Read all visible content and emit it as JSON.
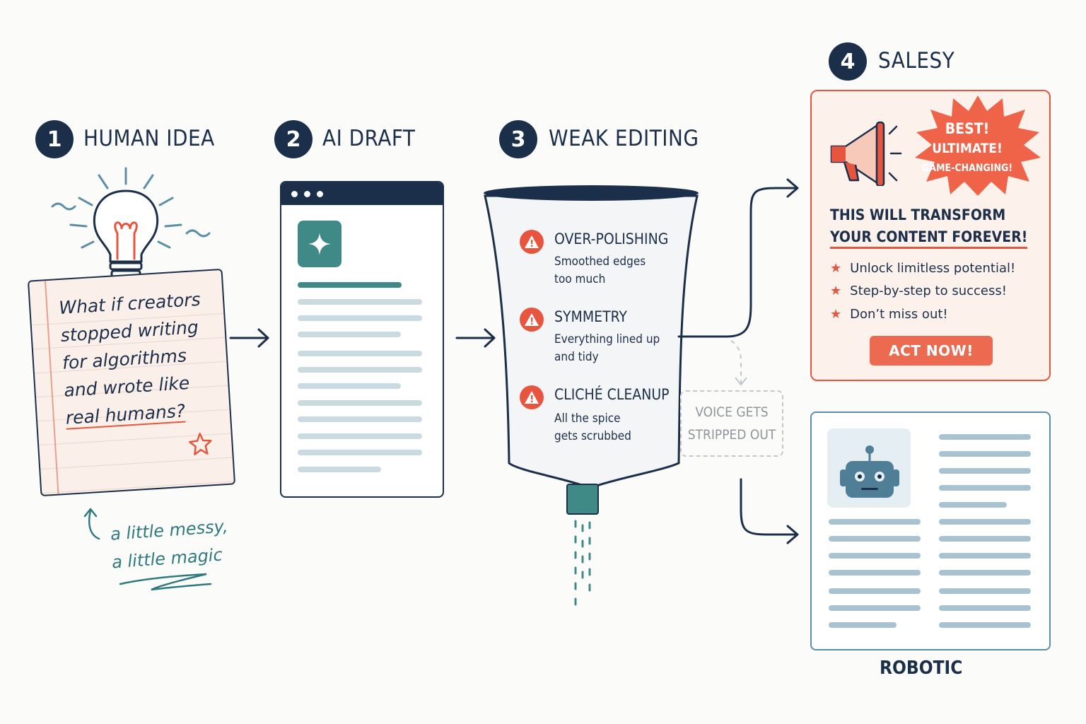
{
  "steps": [
    {
      "number": "1",
      "title": "HUMAN IDEA"
    },
    {
      "number": "2",
      "title": "AI DRAFT"
    },
    {
      "number": "3",
      "title": "WEAK EDITING"
    },
    {
      "number": "4",
      "title": "SALESY"
    }
  ],
  "note": {
    "lines": [
      "What if creators",
      "stopped writing",
      "for algorithms",
      "and wrote like",
      "real humans?"
    ]
  },
  "note_caption": {
    "line1": "a little messy,",
    "line2": "a little magic"
  },
  "funnel_items": [
    {
      "title": "OVER-POLISHING",
      "desc": "Smoothed edges too much"
    },
    {
      "title": "SYMMETRY",
      "desc": "Everything lined up and tidy"
    },
    {
      "title": "CLICHÉ CLEANUP",
      "desc": "All the spice gets scrubbed"
    }
  ],
  "voice_box": {
    "line1": "VOICE GETS",
    "line2": "STRIPPED OUT"
  },
  "sales": {
    "burst": {
      "line1": "BEST!",
      "line2": "ULTIMATE!",
      "line3": "GAME-CHANGING!"
    },
    "headline1": "THIS WILL TRANSFORM",
    "headline2": "YOUR CONTENT FOREVER!",
    "bullets": [
      "Unlock limitless potential!",
      "Step-by-step to success!",
      "Don’t miss out!"
    ],
    "cta": "ACT NOW!"
  },
  "robotic_label": "ROBOTIC",
  "colors": {
    "navy": "#1b2f4a",
    "coral": "#e8553f",
    "teal": "#3f8a86",
    "steel": "#5c8ea6"
  },
  "icons": [
    "lightbulb-icon",
    "star-icon",
    "sparkle-icon",
    "warning-icon",
    "megaphone-icon",
    "robot-icon",
    "arrow-icon"
  ]
}
